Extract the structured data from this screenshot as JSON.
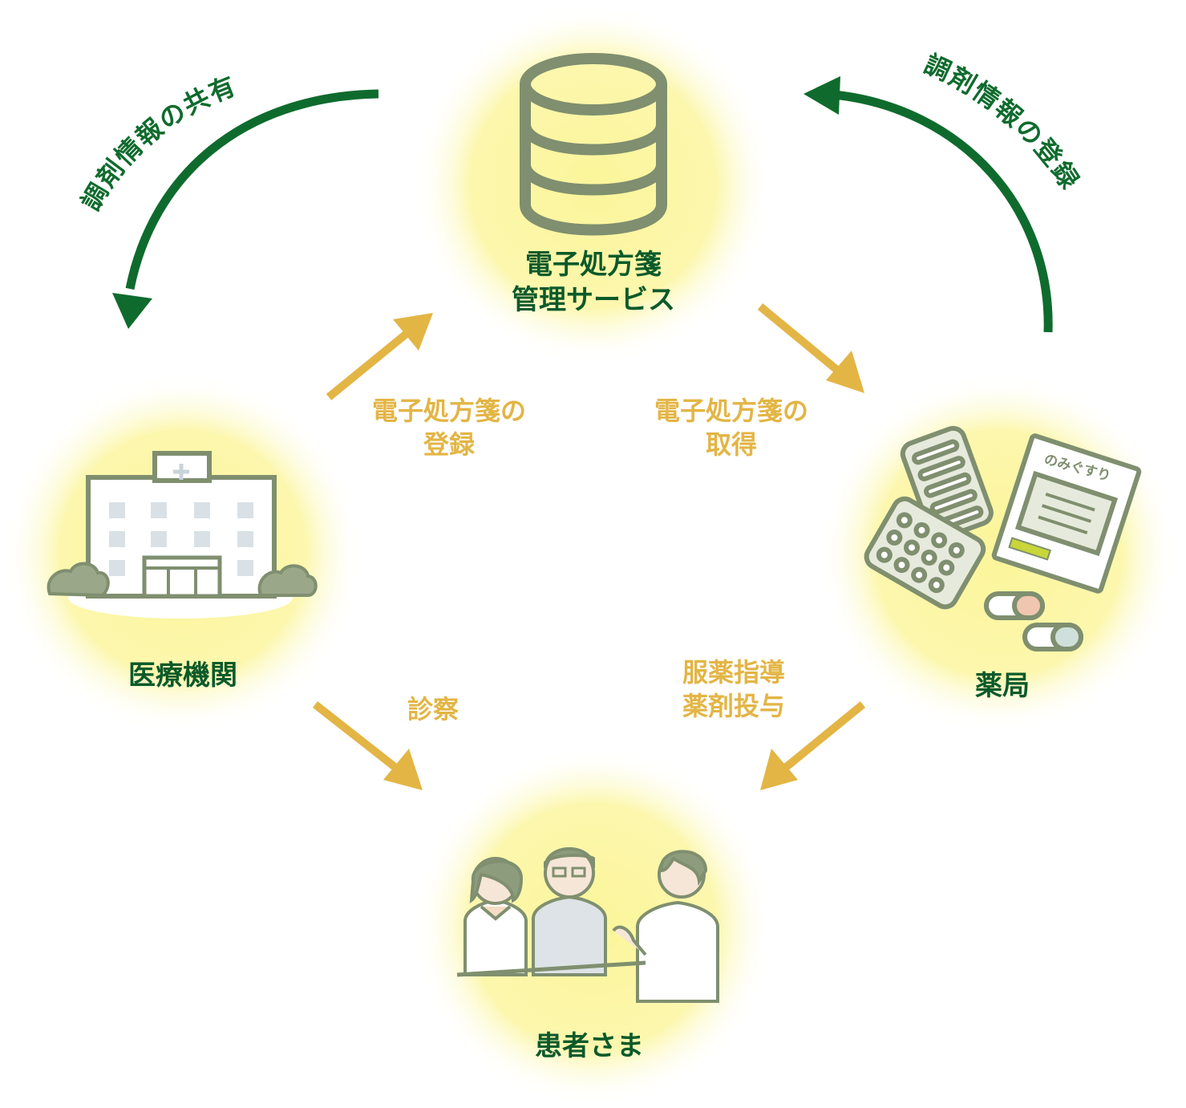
{
  "colors": {
    "node_green": "#0b5a2a",
    "edge_gold": "#e3b545",
    "arrow_green": "#0f6b2d",
    "icon_gray": "#7f8f6f",
    "glow": "#fbf59a"
  },
  "nodes": {
    "server": {
      "line1": "電子処方箋",
      "line2": "管理サービス",
      "icon": "database-icon"
    },
    "hospital": {
      "label": "医療機関",
      "icon": "hospital-building-icon"
    },
    "pharmacy": {
      "label": "薬局",
      "icon": "medicine-icon",
      "bag_text": "のみぐすり"
    },
    "patient": {
      "label": "患者さま",
      "icon": "people-icon"
    }
  },
  "edges": {
    "register_rx": {
      "line1": "電子処方箋の",
      "line2": "登録"
    },
    "get_rx": {
      "line1": "電子処方箋の",
      "line2": "取得"
    },
    "consult": {
      "label": "診察"
    },
    "guidance": {
      "line1": "服薬指導",
      "line2": "薬剤投与"
    }
  },
  "arcs": {
    "share": "調剤情報の共有",
    "register": "調剤情報の登録"
  }
}
